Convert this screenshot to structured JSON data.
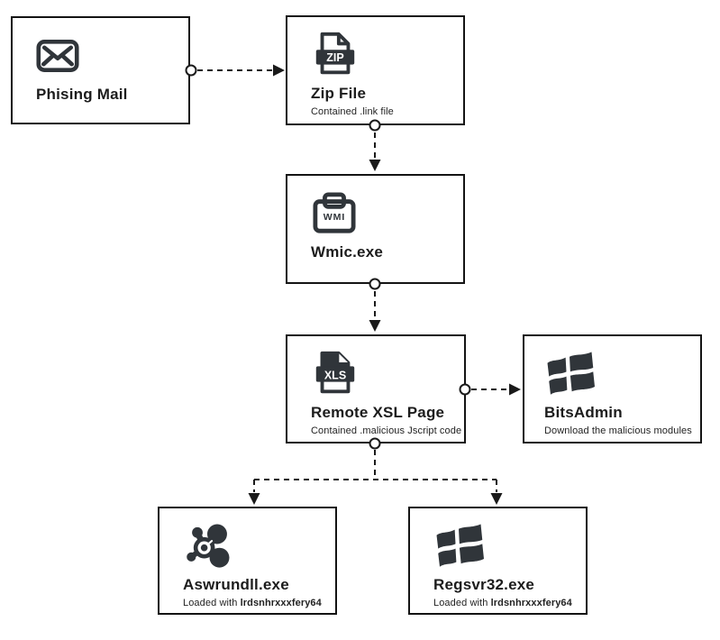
{
  "diagram": {
    "type": "flowchart",
    "colors": {
      "background": "#ffffff",
      "box_border": "#141414",
      "box_fill": "#ffffff",
      "connector_line": "#1a1a1a",
      "icon": "#30353a",
      "title_text": "#1c1c1c",
      "subtitle_text": "#222222"
    },
    "nodes": [
      {
        "id": "phishing-mail",
        "title": "Phising Mail",
        "icon": "envelope-icon"
      },
      {
        "id": "zip-file",
        "title": "Zip File",
        "subtitle": "Contained .link file",
        "icon": "zip-file-icon",
        "icon_label": "ZIP"
      },
      {
        "id": "wmic",
        "title": "Wmic.exe",
        "icon": "wmi-toolbox-icon",
        "icon_label": "WMI"
      },
      {
        "id": "remote-xsl",
        "title": "Remote XSL Page",
        "subtitle": "Contained .malicious Jscript code",
        "icon": "xls-file-icon",
        "icon_label": "XLS"
      },
      {
        "id": "bitsadmin",
        "title": "BitsAdmin",
        "subtitle": "Download the malicious modules",
        "icon": "windows-icon"
      },
      {
        "id": "aswrundll",
        "title": "Aswrundll.exe",
        "subtitle_prefix": "Loaded with ",
        "subtitle_bold": "lrdsnhrxxxfery64",
        "icon": "avast-icon"
      },
      {
        "id": "regsvr32",
        "title": "Regsvr32.exe",
        "subtitle_prefix": "Loaded with ",
        "subtitle_bold": "lrdsnhrxxxfery64",
        "icon": "windows-icon"
      }
    ],
    "edges": [
      {
        "from": "phishing-mail",
        "to": "zip-file"
      },
      {
        "from": "zip-file",
        "to": "wmic"
      },
      {
        "from": "wmic",
        "to": "remote-xsl"
      },
      {
        "from": "remote-xsl",
        "to": "bitsadmin"
      },
      {
        "from": "remote-xsl",
        "to": "aswrundll"
      },
      {
        "from": "remote-xsl",
        "to": "regsvr32"
      }
    ]
  }
}
